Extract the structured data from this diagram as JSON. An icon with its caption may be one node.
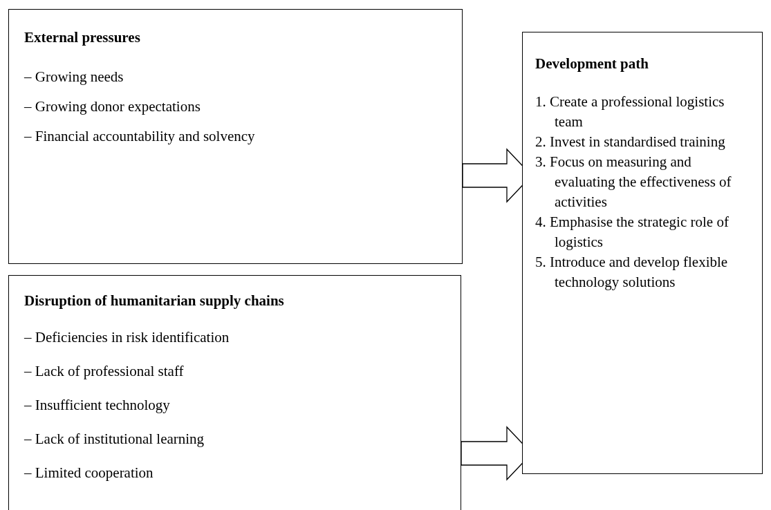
{
  "diagram": {
    "nodes": [
      {
        "text": [
          "External pressures",
          "– Growing needs",
          "– Growing donor expectations",
          "– Financial accountability and solvency"
        ]
      },
      {
        "text": [
          "Disruption of humanitarian supply chains",
          "– Deficiencies in risk identification",
          "– Lack of professional staff",
          "– Insufficient technology",
          "– Lack of institutional learning",
          "– Limited cooperation"
        ]
      },
      {
        "text": [
          "Development path",
          "1. Create a professional logistics team",
          "2. Invest in standardised training",
          "3. Focus on measuring and evaluating the effectiveness of activities",
          "4. Emphasise the strategic role of logistics",
          "5. Introduce and develop flexible technology solutions"
        ]
      }
    ],
    "edges": [
      {
        "from": 0,
        "to": 2,
        "arrow": "to"
      },
      {
        "from": 1,
        "to": 2,
        "arrow": "to"
      }
    ]
  }
}
